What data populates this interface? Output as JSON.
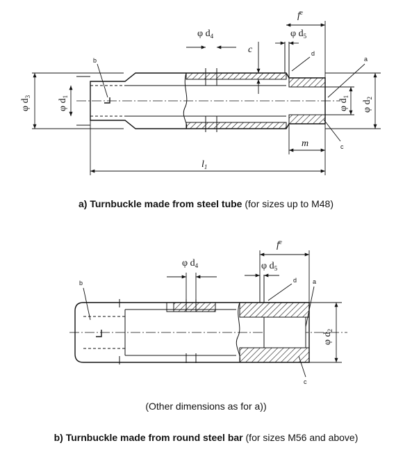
{
  "figure_a": {
    "caption_bold": "a) Turnbuckle made from steel tube",
    "caption_rest": "(for sizes up to M48)",
    "labels": {
      "d4": "φ d",
      "d4_sub": "4",
      "d5": "φ d",
      "d5_sub": "5",
      "c": "c",
      "fe": "f",
      "fe_sup": "e",
      "d3": "φ d",
      "d3_sub": "3",
      "d1_left": "φ d",
      "d1_left_sub": "1",
      "d1_right": "φ d",
      "d1_right_sub": "1",
      "d2": "φ d",
      "d2_sub": "2",
      "m": "m",
      "l1": "l",
      "l1_sub": "1",
      "note_a": "a",
      "note_b": "b",
      "note_c": "c",
      "note_d": "d"
    }
  },
  "figure_b": {
    "note_line": "(Other dimensions as for a))",
    "caption_bold": "b) Turnbuckle made from round steel bar",
    "caption_rest": "(for sizes M56 and above)",
    "labels": {
      "d4": "φ d",
      "d4_sub": "4",
      "d5": "φ d",
      "d5_sub": "5",
      "fe": "f",
      "fe_sup": "e",
      "d2": "φ d",
      "d2_sub": "2",
      "note_a": "a",
      "note_b": "b",
      "note_c": "c",
      "note_d": "d"
    }
  }
}
